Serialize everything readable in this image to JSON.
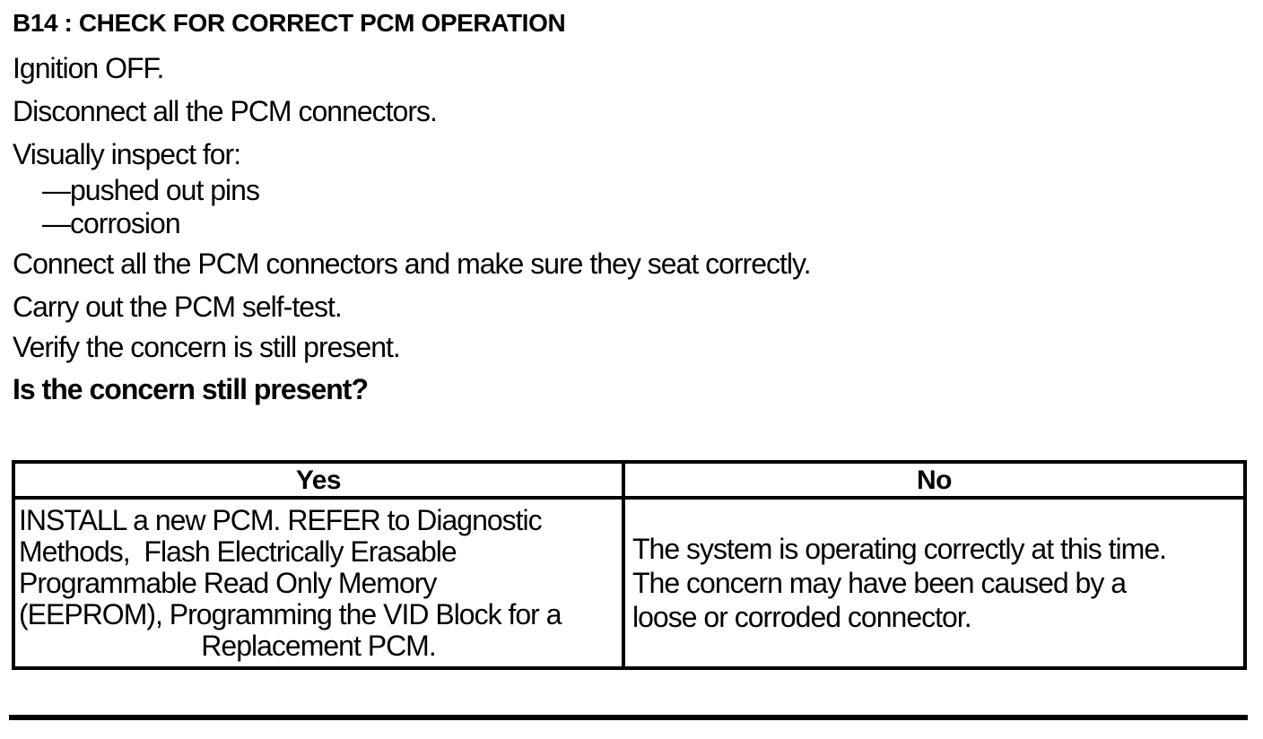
{
  "document": {
    "title": "B14 : CHECK FOR CORRECT PCM OPERATION",
    "steps": [
      "Ignition OFF.",
      "Disconnect all the PCM connectors.",
      "Visually inspect for:"
    ],
    "inspect_items": [
      "—pushed out pins",
      "—corrosion"
    ],
    "steps_after": [
      "Connect all the PCM connectors and make sure they seat correctly.",
      "Carry out the PCM self-test.",
      "Verify the concern is still present."
    ],
    "question": "Is the concern still present?"
  },
  "result_table": {
    "yes_header": "Yes",
    "no_header": "No",
    "yes_action_lines": [
      "INSTALL a new PCM. REFER to Diagnostic",
      "Methods,  Flash Electrically Erasable",
      "Programmable Read Only Memory",
      "(EEPROM), Programming the VID Block for a"
    ],
    "yes_action_last_line": "Replacement PCM.",
    "no_action_lines": [
      "The system is operating correctly at this time.",
      "The concern may have been caused by a",
      "loose or corroded connector."
    ]
  }
}
